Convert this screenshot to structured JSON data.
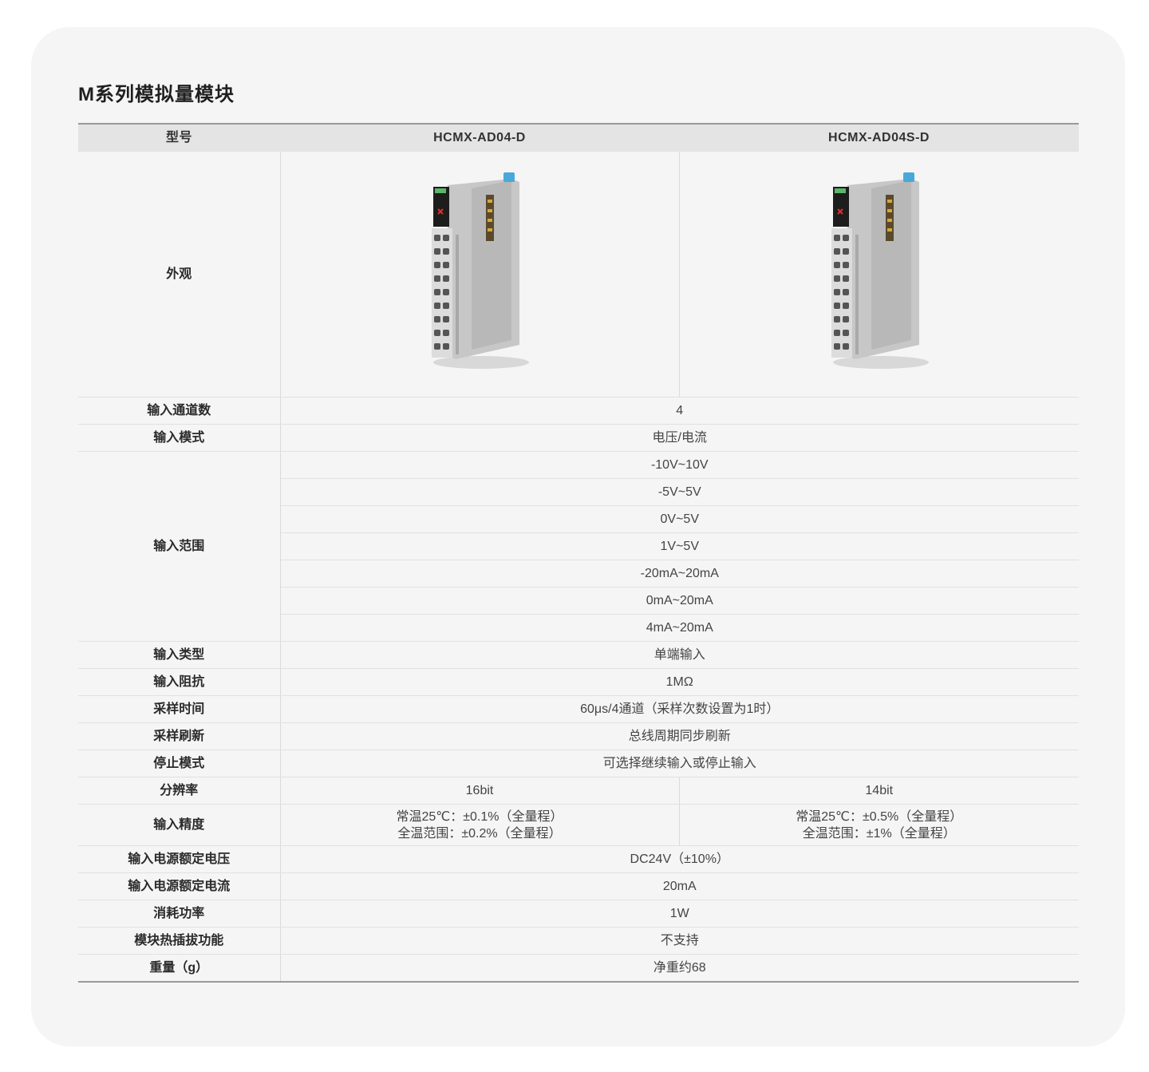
{
  "title": "M系列模拟量模块",
  "header": {
    "label": "型号",
    "model_a": "HCMX-AD04-D",
    "model_b": "HCMX-AD04S-D"
  },
  "appearance": {
    "label": "外观",
    "image_a": "module-image-icon",
    "image_b": "module-image-icon"
  },
  "rows": {
    "channels": {
      "label": "输入通道数",
      "value": "4"
    },
    "mode": {
      "label": "输入模式",
      "value": "电压/电流"
    },
    "range": {
      "label": "输入范围",
      "values": [
        "-10V~10V",
        "-5V~5V",
        "0V~5V",
        "1V~5V",
        "-20mA~20mA",
        "0mA~20mA",
        "4mA~20mA"
      ]
    },
    "type": {
      "label": "输入类型",
      "value": "单端输入"
    },
    "impedance": {
      "label": "输入阻抗",
      "value": "1MΩ"
    },
    "sample_time": {
      "label": "采样时间",
      "value": "60μs/4通道（采样次数设置为1时）"
    },
    "sample_refresh": {
      "label": "采样刷新",
      "value": "总线周期同步刷新"
    },
    "stop_mode": {
      "label": "停止模式",
      "value": "可选择继续输入或停止输入"
    },
    "resolution": {
      "label": "分辨率",
      "value_a": "16bit",
      "value_b": "14bit"
    },
    "accuracy": {
      "label": "输入精度",
      "a_line1": "常温25℃：±0.1%（全量程）",
      "a_line2": "全温范围：±0.2%（全量程）",
      "b_line1": "常温25℃：±0.5%（全量程）",
      "b_line2": "全温范围：±1%（全量程）"
    },
    "rated_voltage": {
      "label": "输入电源额定电压",
      "value": "DC24V（±10%）"
    },
    "rated_current": {
      "label": "输入电源额定电流",
      "value": "20mA"
    },
    "power": {
      "label": "消耗功率",
      "value": "1W"
    },
    "hot_swap": {
      "label": "模块热插拔功能",
      "value": "不支持"
    },
    "weight": {
      "label": "重量（g）",
      "value": "净重约68"
    }
  },
  "colors": {
    "card_bg": "#f5f5f5",
    "header_bg": "#e4e4e4",
    "module_body": "#bdbdbd",
    "module_accent": "#4aa8d8",
    "label_green": "#59b86a",
    "mark_red": "#d9342b"
  }
}
